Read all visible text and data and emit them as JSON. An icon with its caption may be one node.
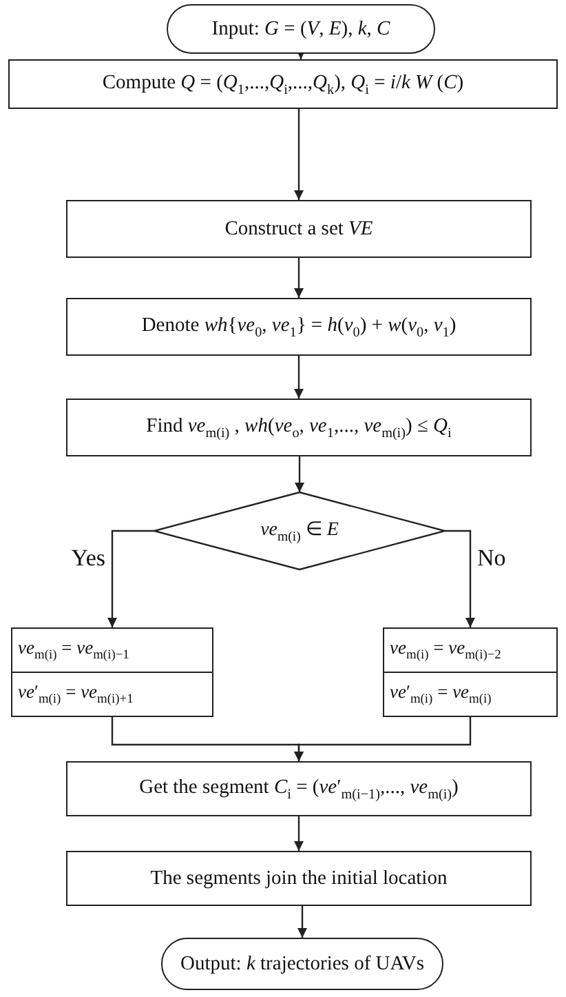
{
  "diagram": {
    "nodes": [
      {
        "text": [
          "Input: *G* = (*V*, *E*), *k*, *C*"
        ]
      },
      {
        "text": [
          "Compute  *Q* = (*Q*$_{1}$,...,*Q*$_{i}$,...,*Q*$_{k}$), *Q*$_{i}$ = *i*/*k* *W* (*C*)"
        ]
      },
      {
        "text": [
          "Construct a set  *VE*"
        ]
      },
      {
        "text": [
          "Denote  *wh*{*ve*$_{0}$, *ve*$_{1}$} = *h*(*v*$_{0}$) + *w*(*v*$_{0}$, *v*$_{1}$)"
        ]
      },
      {
        "text": [
          "Find *ve*$_{m(i)}$  , *wh*(*ve*$_{o}$, *ve*$_{1}$,..., *ve*$_{m(i)}$) ≤ *Q*$_{i}$"
        ]
      },
      {
        "text": [
          "*ve*$_{m(i)}$ ∈ *E*"
        ]
      },
      {
        "text": [
          "*ve*$_{m(i)}$ = *ve*$_{m(i)−1}$",
          "*ve*′$_{m(i)}$ = *ve*$_{m(i)+1}$"
        ]
      },
      {
        "text": [
          "*ve*$_{m(i)}$ = *ve*$_{m(i)−2}$",
          "*ve*′$_{m(i)}$ = *ve*$_{m(i)}$"
        ]
      },
      {
        "text": [
          "Get the segment  *C*$_{i}$ = (*ve*′$_{m(i−1)}$,..., *ve*$_{m(i)}$)"
        ]
      },
      {
        "text": [
          "The segments join the initial location"
        ]
      },
      {
        "text": [
          "Output:  *k*  trajectories of UAVs"
        ]
      }
    ],
    "edges": [
      {
        "from": 0,
        "to": 1,
        "arrow": "to"
      },
      {
        "from": 1,
        "to": 2,
        "arrow": "to"
      },
      {
        "from": 2,
        "to": 3,
        "arrow": "to"
      },
      {
        "from": 3,
        "to": 4,
        "arrow": "to"
      },
      {
        "from": 4,
        "to": 5,
        "arrow": "to"
      },
      {
        "from": 5,
        "to": 6,
        "arrow": "to",
        "label": "Yes"
      },
      {
        "from": 5,
        "to": 7,
        "arrow": "to",
        "label": "No"
      },
      {
        "from": 6,
        "to": 8,
        "arrow": "to"
      },
      {
        "from": 7,
        "to": 8,
        "arrow": "to"
      },
      {
        "from": 8,
        "to": 9,
        "arrow": "to"
      },
      {
        "from": 9,
        "to": 10,
        "arrow": "to"
      }
    ]
  }
}
